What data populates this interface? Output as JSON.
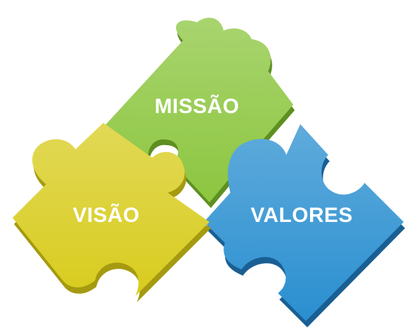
{
  "pieces": {
    "missao": {
      "label": "MISSÃO",
      "color": "#8cc63f",
      "edge": "#5e8f22"
    },
    "visao": {
      "label": "VISÃO",
      "color": "#d8cc1e",
      "edge": "#a59a10"
    },
    "valores": {
      "label": "VALORES",
      "color": "#2a8fd0",
      "edge": "#1a5f93"
    }
  }
}
